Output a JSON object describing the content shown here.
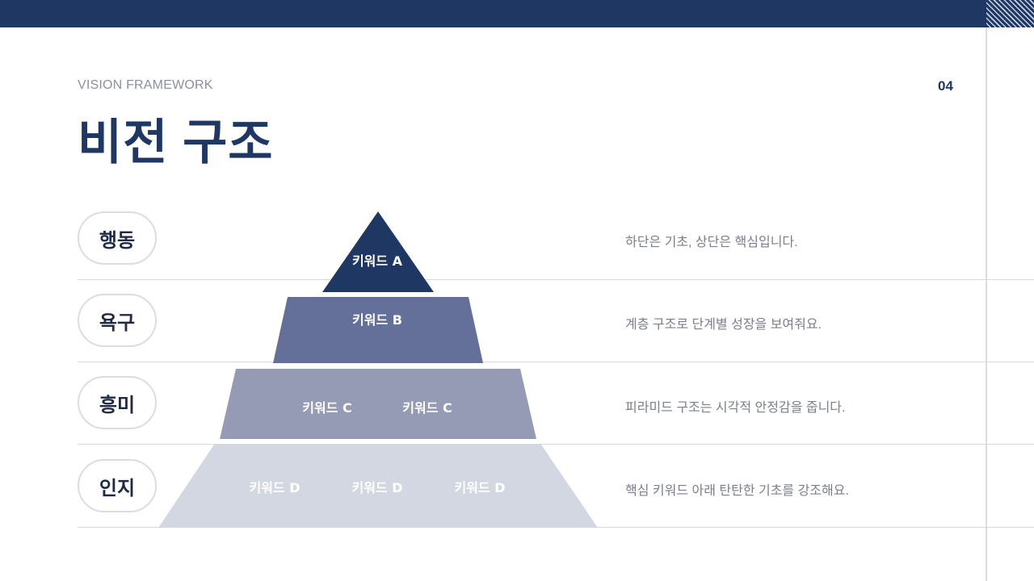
{
  "header": {
    "eyebrow": "VISION FRAMEWORK",
    "page_number": "04",
    "title": "비전 구조"
  },
  "levels": [
    {
      "label": "행동",
      "description": "하단은 기초, 상단은 핵심입니다.",
      "keywords": [
        "키워드 A"
      ],
      "color": "#1f3863"
    },
    {
      "label": "욕구",
      "description": "계층 구조로 단계별 성장을 보여줘요.",
      "keywords": [
        "키워드 B"
      ],
      "color": "#646f9a"
    },
    {
      "label": "흥미",
      "description": "피라미드 구조는 시각적 안정감을 줍니다.",
      "keywords": [
        "키워드 C",
        "키워드 C"
      ],
      "color": "#959bb4"
    },
    {
      "label": "인지",
      "description": "핵심 키워드 아래 탄탄한 기초를 강조해요.",
      "keywords": [
        "키워드 D",
        "키워드 D",
        "키워드 D"
      ],
      "color": "#d3d7e2"
    }
  ]
}
